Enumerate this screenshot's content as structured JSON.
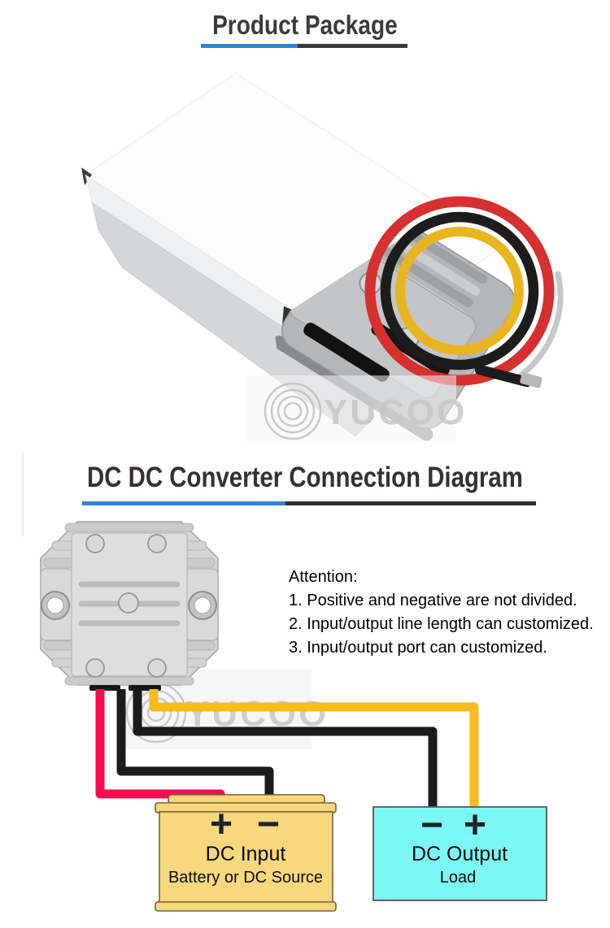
{
  "sections": {
    "package": {
      "title": "Product Package",
      "underline_blue": "#2E86D6",
      "underline_dark": "#3B3B3B"
    },
    "diagram": {
      "title": "DC DC Converter Connection Diagram",
      "underline_blue": "#2E86D6",
      "underline_dark": "#332F2E"
    }
  },
  "attention": {
    "heading": "Attention:",
    "items": [
      "1. Positive and negative are not divided.",
      "2. Input/output line length can customized.",
      "3. Input/output port can customized."
    ]
  },
  "dc_input": {
    "plus": "+",
    "minus": "−",
    "title": "DC Input",
    "subtitle": "Battery or DC Source",
    "fill": "#F8D87C",
    "border": "#6F6337"
  },
  "dc_output": {
    "minus": "−",
    "plus": "+",
    "title": "DC Output",
    "subtitle": "Load",
    "fill": "#7DF7F3",
    "border": "#58585A"
  },
  "wires": {
    "red": "#FA0C4D",
    "black": "#1B1B1B",
    "yellow": "#F6BB1D"
  },
  "photo_wires": {
    "red": "#D63030",
    "black": "#1C1C1C",
    "yellow": "#E9B51F"
  },
  "watermark": {
    "text": "YUCOO"
  }
}
